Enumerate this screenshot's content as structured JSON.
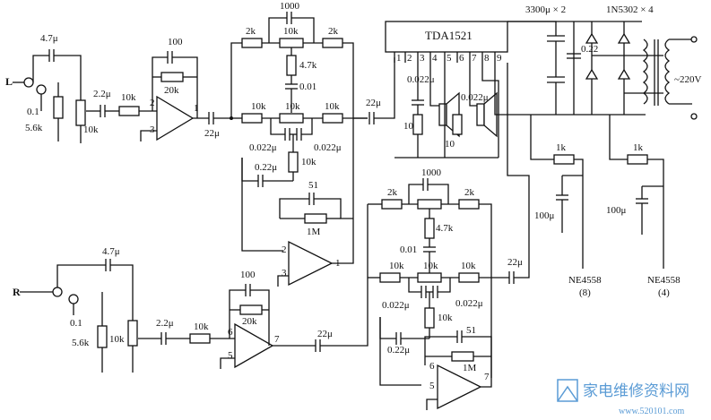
{
  "ic": {
    "name": "TDA1521",
    "pins": [
      "1",
      "2",
      "3",
      "4",
      "5",
      "6",
      "7",
      "8",
      "9"
    ]
  },
  "inputs": {
    "left": "L",
    "right": "R"
  },
  "left_channel": {
    "input_cap": "4.7μ",
    "input_cap_small": "0.1",
    "input_res": "5.6k",
    "pot": "10k",
    "coupling_cap": "2.2μ",
    "series_res": "10k",
    "fb_cap": "100",
    "fb_res": "20k",
    "out_cap": "22μ",
    "tone_top_cap": "1000",
    "tone_r_left": "2k",
    "tone_pot_top": "10k",
    "tone_r_right": "2k",
    "tone_mid_res": "4.7k",
    "tone_mid_cap": "0.01",
    "tone_bass_left": "10k",
    "tone_bass_pot": "10k",
    "tone_bass_right": "10k",
    "tone_cap_left": "0.022μ",
    "tone_cap_right": "0.022μ",
    "tone_center_res": "10k",
    "tone_fb_cap": "0.22μ",
    "tone_cap_51": "51",
    "tone_fb_res": "1M",
    "ic_in_cap": "22μ"
  },
  "right_channel": {
    "input_cap": "4.7μ",
    "input_cap_small": "0.1",
    "input_res": "5.6k",
    "pot": "10k",
    "coupling_cap": "2.2μ",
    "series_res": "10k",
    "fb_cap": "100",
    "fb_res": "20k",
    "out_cap": "22μ",
    "tone_top_cap": "1000",
    "tone_r_left": "2k",
    "tone_r_right": "2k",
    "tone_mid_res": "4.7k",
    "tone_mid_cap": "0.01",
    "tone_bass_left": "10k",
    "tone_bass_pot": "10k",
    "tone_bass_right": "10k",
    "tone_cap_left": "0.022μ",
    "tone_cap_right": "0.022μ",
    "tone_center_res": "10k",
    "tone_fb_cap": "0.22μ",
    "tone_cap_51": "51",
    "tone_fb_res": "1M",
    "ic_in_cap": "22μ"
  },
  "opamp_pins": {
    "left_pre": [
      "2",
      "3",
      "1"
    ],
    "left_tone": [
      "2",
      "3",
      "1"
    ],
    "right_pre": [
      "6",
      "5",
      "7"
    ],
    "right_tone": [
      "6",
      "5",
      "7"
    ]
  },
  "output": {
    "cap_left": "0.022μ",
    "cap_right": "0.022μ",
    "res_left": "10",
    "res_right": "10"
  },
  "power": {
    "caps_label": "3300μ × 2",
    "cap_mid": "0.22",
    "diodes_label": "1N5302 × 4",
    "mains": "~220V",
    "rail_res_left": "1k",
    "rail_res_right": "1k",
    "rail_cap_left": "100μ",
    "rail_cap_right": "100μ",
    "ne_left": "NE4558",
    "ne_left_pin": "(8)",
    "ne_right": "NE4558",
    "ne_right_pin": "(4)"
  },
  "watermark": {
    "text": "家电维修资料网",
    "url": "www.520101.com"
  }
}
